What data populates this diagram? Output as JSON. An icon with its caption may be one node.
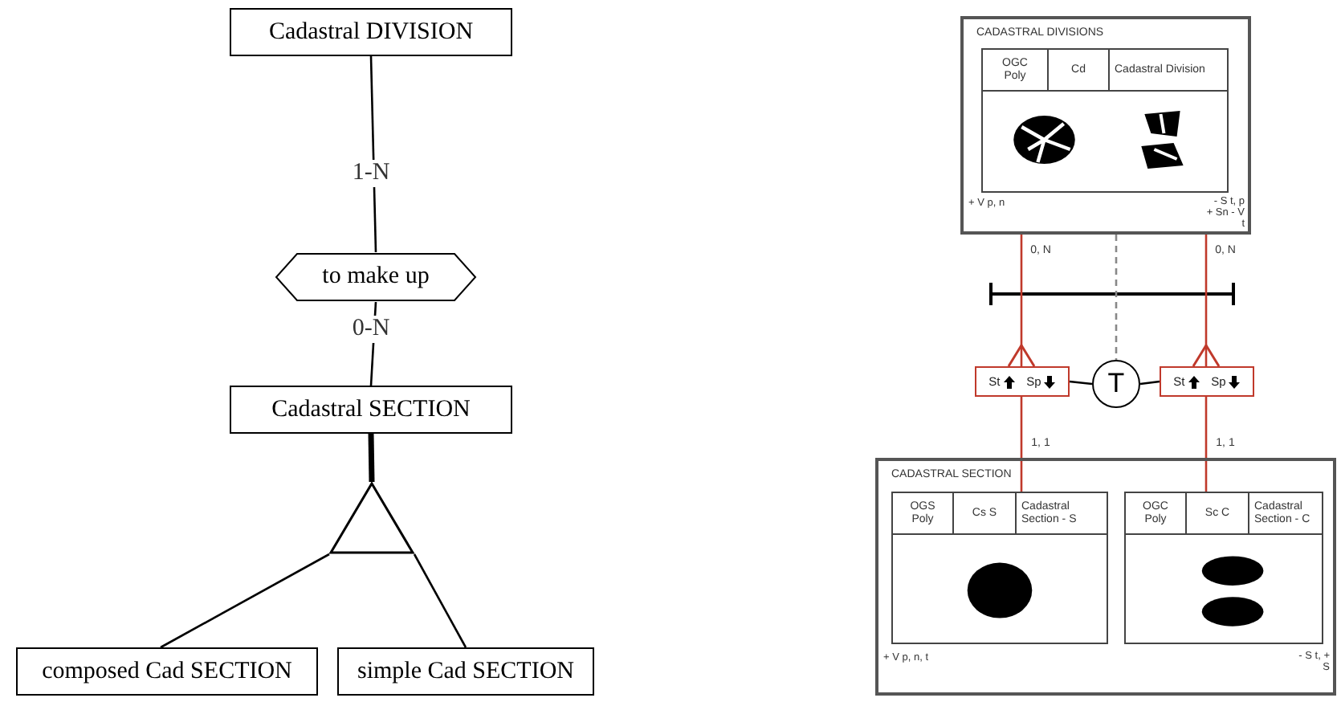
{
  "diagram": {
    "nodes": [
      {
        "text": [
          "Cadastral DIVISION"
        ]
      },
      {
        "text": [
          "to make up"
        ]
      },
      {
        "text": [
          "Cadastral SECTION"
        ]
      },
      {
        "text": [],
        "shape": "triangle"
      },
      {
        "text": [
          "composed Cad SECTION"
        ]
      },
      {
        "text": [
          "simple Cad SECTION"
        ]
      },
      {
        "text": [
          "CADASTRAL DIVISIONS",
          "+ V p, n",
          "- S t, p + Sn - V t"
        ]
      },
      {
        "text": [
          "OGC Poly",
          "Cd",
          "Cadastral Division"
        ],
        "in": 6
      },
      {
        "text": [
          "St",
          "Sp"
        ]
      },
      {
        "text": [
          "T"
        ]
      },
      {
        "text": [
          "St",
          "Sp"
        ]
      },
      {
        "text": [
          "CADASTRAL SECTION",
          "+ V p, n, t",
          "- S t, + S"
        ]
      },
      {
        "text": [
          "OGS Poly",
          "Cs S",
          "Cadastral Section - S"
        ],
        "in": 11
      },
      {
        "text": [
          "OGC Poly",
          "Sc C",
          "Cadastral Section - C"
        ],
        "in": 11
      }
    ],
    "edges": [
      {
        "from": 0,
        "to": 1,
        "arrow": "none",
        "label": "1-N"
      },
      {
        "from": 1,
        "to": 2,
        "arrow": "none",
        "label": "0-N"
      },
      {
        "from": 2,
        "to": 3,
        "arrow": "none",
        "style": "thick"
      },
      {
        "from": 3,
        "to": 4,
        "arrow": "none"
      },
      {
        "from": 3,
        "to": 5,
        "arrow": "none"
      },
      {
        "from": 6,
        "to": 8,
        "arrow": "other",
        "label": "0, N",
        "color": "#c0392b"
      },
      {
        "from": 6,
        "to": 10,
        "arrow": "other",
        "label": "0, N",
        "color": "#c0392b"
      },
      {
        "from": 8,
        "to": 12,
        "arrow": "none",
        "label": "1, 1",
        "color": "#c0392b"
      },
      {
        "from": 10,
        "to": 13,
        "arrow": "none",
        "label": "1, 1",
        "color": "#c0392b"
      },
      {
        "from": 8,
        "to": 9,
        "arrow": "none"
      },
      {
        "from": 9,
        "to": 10,
        "arrow": "none"
      },
      {
        "from": 6,
        "to": 9,
        "arrow": "none",
        "style": "dashed",
        "color": "#888888"
      }
    ]
  }
}
